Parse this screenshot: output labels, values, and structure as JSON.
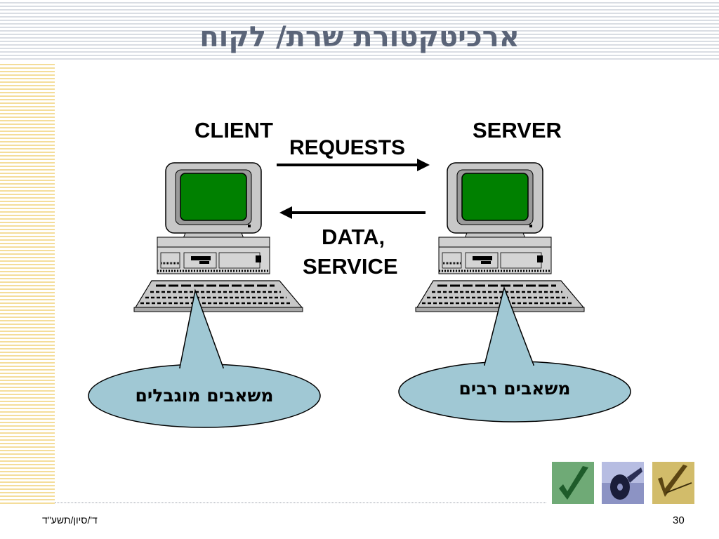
{
  "slide": {
    "title": "ארכיטקטורת שרת/ לקוח",
    "client_label": "CLIENT",
    "server_label": "SERVER",
    "requests_label": "REQUESTS",
    "data_label_line1": "DATA,",
    "data_label_line2": "SERVICE",
    "client_callout": "משאבים מוגבלים",
    "server_callout": "משאבים רבים",
    "footer_date": "ד'/סיון/תשע\"ד",
    "page_number": "30"
  },
  "colors": {
    "title": "#5a6478",
    "screen": "#008000",
    "callout_fill": "#a0c8d4",
    "header_stripe": "#d9dde3",
    "side_stripe": "#f4dd9a"
  },
  "icons": [
    "computer-icon",
    "arrow-right-icon",
    "arrow-left-icon",
    "checkmark-thumbnail",
    "disc-thumbnail",
    "pen-thumbnail"
  ]
}
